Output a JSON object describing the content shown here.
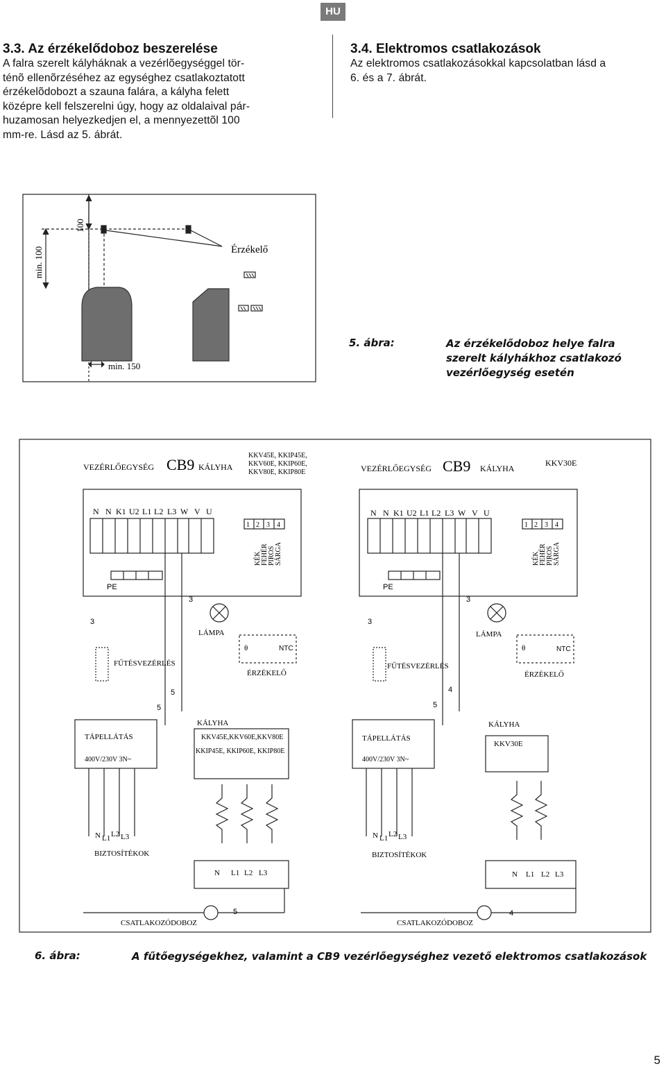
{
  "badge": "HU",
  "section_33": {
    "title": "3.3. Az érzékelődoboz beszerelése",
    "lines": [
      "A falra szerelt kályháknak a vezérlõegységgel tör-",
      "ténõ ellenõrzéséhez az egységhez csatlakoztatott",
      "érzékelõdobozt a szauna falára, a kályha felett",
      "középre kell felszerelni úgy, hogy az oldalaival pár-",
      "huzamosan helyezkedjen el, a mennyezettõl 100",
      "mm-re. Lásd az 5. ábrát."
    ]
  },
  "section_34": {
    "title": "3.4. Elektromos csatlakozások",
    "lines": [
      "Az elektromos csatlakozásokkal kapcsolatban lásd a",
      "6. és a 7. ábrát."
    ]
  },
  "figure5": {
    "dim_min100": "min. 100",
    "dim_100": "100",
    "sensor_label": "Érzékelő",
    "dim_min150": "min. 150",
    "caption_num": "5. ábra:",
    "caption_lines": [
      "Az érzékelődoboz helye falra",
      "szerelt kályhákhoz csatlakozó",
      "vezérlőegység esetén"
    ]
  },
  "figure6": {
    "left": {
      "control_unit": "VEZÉRLŐEGYSÉG",
      "cb9": "CB9",
      "heater": "KÁLYHA",
      "models": [
        "KKV45E, KKIP45E,",
        "KKV60E, KKIP60E,",
        "KKV80E, KKIP80E"
      ],
      "terminals": [
        "N",
        "N",
        "K1",
        "U2",
        "L1",
        "L2",
        "L3",
        "W",
        "V",
        "U"
      ],
      "sensor_terminals": [
        "1",
        "2",
        "3",
        "4"
      ],
      "wire_colors": [
        "KÉK",
        "FEHÉR",
        "PIROS",
        "SÁRGA"
      ],
      "pe": "PE",
      "n3a": "3",
      "n3b": "3",
      "lamp": "LÁMPA",
      "theta": "θ",
      "ntc": "NTC",
      "sensor": "ÉRZÉKELŐ",
      "heating_control": "FŰTÉSVEZÉRLÉS",
      "n5a": "5",
      "n5b": "5",
      "supply": "TÁPELLÁTÁS",
      "voltage": "400V/230V 3N~",
      "heater_box_title": "KÁLYHA",
      "heater_box_line1": "KKV45E,KKV60E,KKV80E",
      "heater_box_line2": "KKIP45E, KKIP60E, KKIP80E",
      "fuse_labels": [
        "N",
        "L1",
        "L2",
        "L3"
      ],
      "fuses": "BIZTOSÍTÉKOK",
      "term_labels": [
        "N",
        "L1",
        "L2",
        "L3"
      ],
      "junction_box": "CSATLAKOZÓDOBOZ",
      "n5c": "5"
    },
    "right": {
      "control_unit": "VEZÉRLŐEGYSÉG",
      "cb9": "CB9",
      "heater": "KÁLYHA",
      "model": "KKV30E",
      "terminals": [
        "N",
        "N",
        "K1",
        "U2",
        "L1",
        "L2",
        "L3",
        "W",
        "V",
        "U"
      ],
      "sensor_terminals": [
        "1",
        "2",
        "3",
        "4"
      ],
      "wire_colors": [
        "KÉK",
        "FEHÉR",
        "PIROS",
        "SÁRGA"
      ],
      "pe": "PE",
      "n3a": "3",
      "n3b": "3",
      "lamp": "LÁMPA",
      "theta": "θ",
      "ntc": "NTC",
      "sensor": "ÉRZÉKELŐ",
      "heating_control": "FŰTÉSVEZÉRLÉS",
      "n4a": "4",
      "n5a": "5",
      "supply": "TÁPELLÁTÁS",
      "voltage": "400V/230V 3N~",
      "heater_box_title": "KÁLYHA",
      "heater_box_line1": "KKV30E",
      "fuse_labels": [
        "N",
        "L1",
        "L2",
        "L3"
      ],
      "fuses": "BIZTOSÍTÉKOK",
      "term_labels": [
        "N",
        "L1",
        "L2",
        "L3"
      ],
      "junction_box": "CSATLAKOZÓDOBOZ",
      "n4b": "4"
    },
    "caption_num": "6. ábra:",
    "caption": "A fűtőegységekhez, valamint a CB9 vezérlőegységhez vezető elektromos csatlakozások"
  },
  "page_number": "5"
}
